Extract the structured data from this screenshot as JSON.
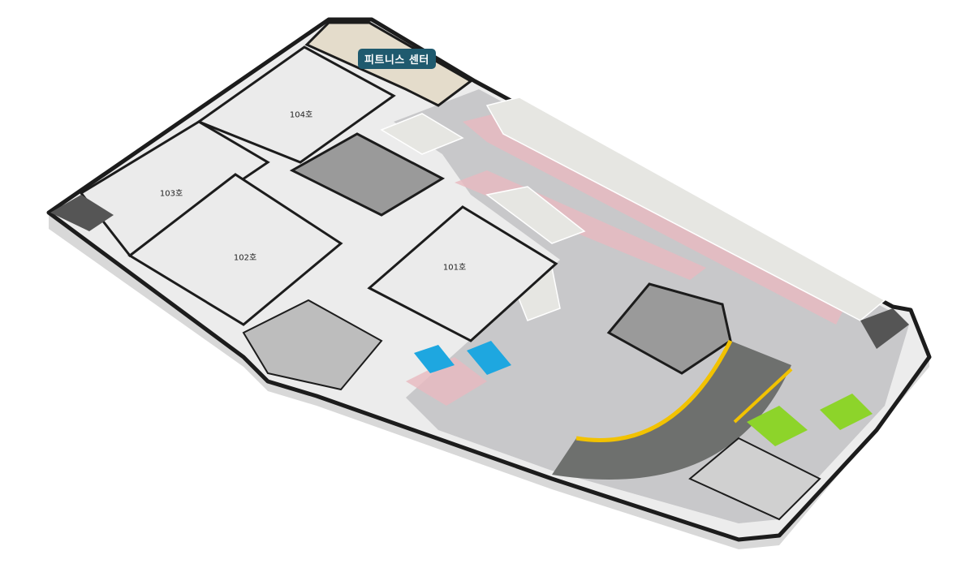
{
  "title": "지하 평면도",
  "facility_label": "피트니스 센터",
  "rooms": [
    {
      "id": "104",
      "label": "104호"
    },
    {
      "id": "103",
      "label": "103호"
    },
    {
      "id": "102",
      "label": "102호"
    },
    {
      "id": "101",
      "label": "101호"
    }
  ],
  "colors": {
    "badge": "#1f5a6e",
    "parking_floor": "#c8c8ca",
    "drive_lane_pink": "#e9b9bf",
    "ramp": "#6e706e",
    "ramp_edge": "#f2c200",
    "ev_spot": "#8dd42a",
    "accessible_spot": "#1ea7e0",
    "unit_floor": "#ececec",
    "wall": "#1c1c1c"
  }
}
